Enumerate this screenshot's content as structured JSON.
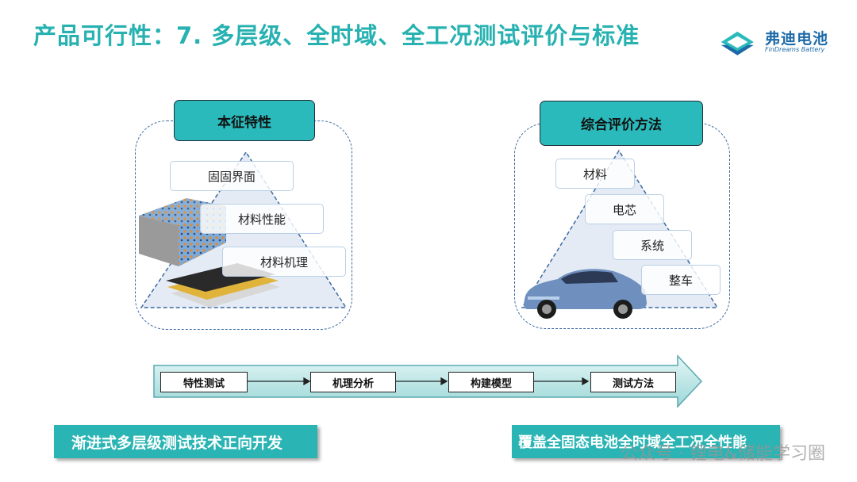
{
  "slide": {
    "title": "产品可行性：7. 多层级、全时域、全工况测试评价与标准"
  },
  "logo": {
    "name_cn": "弗迪电池",
    "name_en": "FinDreams Battery",
    "brand_color": "#1d6aa8"
  },
  "left_panel": {
    "header": "本征特性",
    "items": [
      "固固界面",
      "材料性能",
      "材料机理"
    ]
  },
  "right_panel": {
    "header": "综合评价方法",
    "items": [
      "材料",
      "电芯",
      "系统",
      "整车"
    ]
  },
  "flow": {
    "steps": [
      "特性测试",
      "机理分析",
      "构建模型",
      "测试方法"
    ]
  },
  "banners": {
    "left": "渐进式多层级测试技术正向开发",
    "right": "覆盖全固态电池全时域全工况全性能"
  },
  "watermark": "公众号 · 锂电&储能学习圈",
  "colors": {
    "accent": "#2bbabb",
    "title": "#27b1b1",
    "panel_border": "#3a6aa0"
  }
}
